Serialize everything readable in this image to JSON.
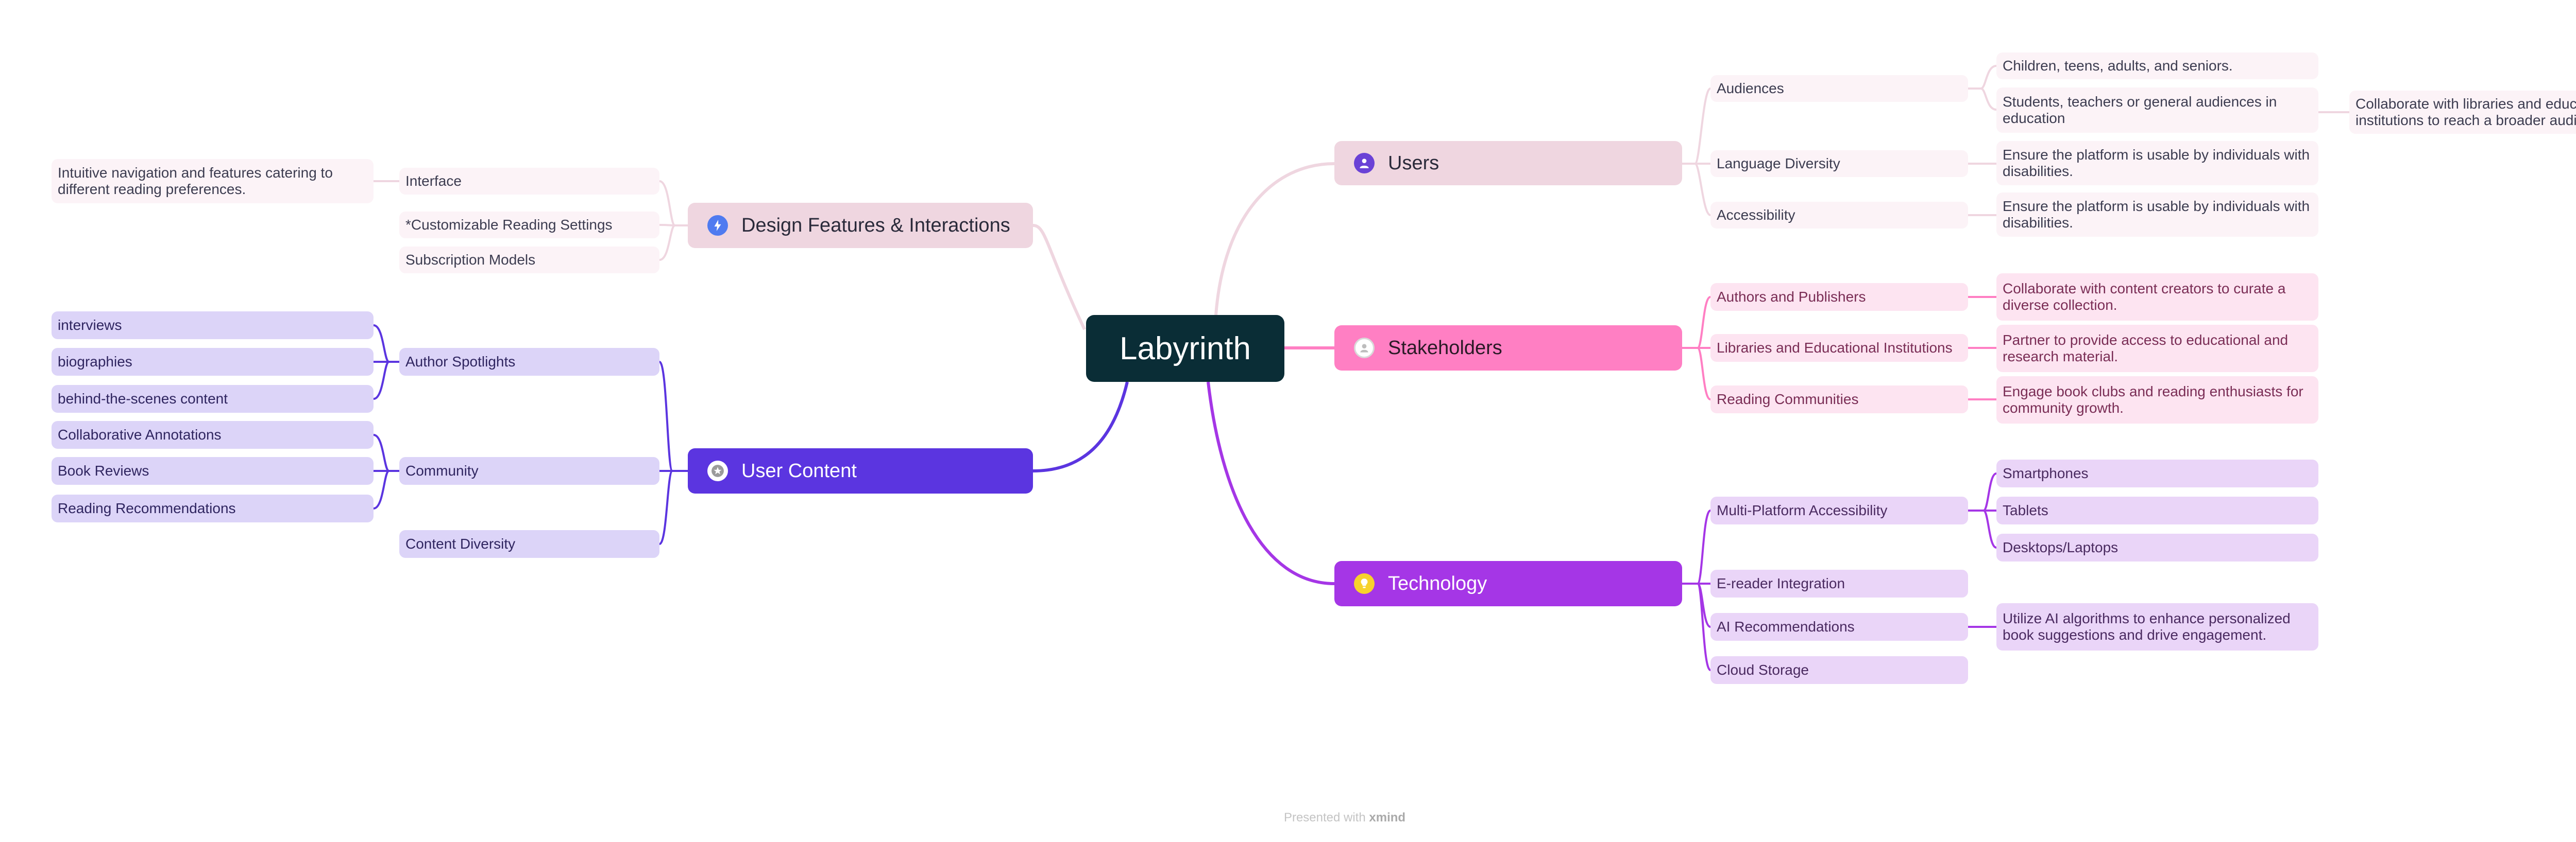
{
  "root": {
    "label": "Labyrinth"
  },
  "colors": {
    "root_bg": "#0a2d36",
    "users": "#efd6e0",
    "design": "#efd6e0",
    "stakeholders": "#ff7fc3",
    "technology": "#a536e6",
    "user_content": "#5b35e0"
  },
  "branches": {
    "users": {
      "label": "Users",
      "icon": "person-icon",
      "audiences": {
        "label": "Audiences",
        "items": [
          "Children, teens, adults, and seniors.",
          "Students, teachers or general audiences in education"
        ],
        "extra": "Collaborate with libraries and educational institutions to reach a broader audience."
      },
      "language": {
        "label": "Language Diversity",
        "item": "Ensure the platform is usable by individuals with disabilities."
      },
      "accessibility": {
        "label": "Accessibility",
        "item": "Ensure the platform is usable by individuals with disabilities."
      }
    },
    "stakeholders": {
      "label": "Stakeholders",
      "icon": "person-circle-icon",
      "items": [
        {
          "label": "Authors and Publishers",
          "detail": "Collaborate with content creators to curate a diverse collection."
        },
        {
          "label": "Libraries and Educational Institutions",
          "detail": "Partner to provide access to educational and research material."
        },
        {
          "label": "Reading Communities",
          "detail": "Engage book clubs and reading enthusiasts for community growth."
        }
      ]
    },
    "technology": {
      "label": "Technology",
      "icon": "lightbulb-icon",
      "multi_platform": {
        "label": "Multi-Platform Accessibility",
        "items": [
          "Smartphones",
          "Tablets",
          "Desktops/Laptops"
        ]
      },
      "ereader": {
        "label": "E-reader Integration"
      },
      "ai": {
        "label": "AI Recommendations",
        "detail": "Utilize AI algorithms to enhance personalized book suggestions and drive engagement."
      },
      "cloud": {
        "label": "Cloud Storage"
      }
    },
    "design": {
      "label": "Design Features & Interactions",
      "icon": "lightning-icon",
      "interface": {
        "label": "Interface",
        "detail": "Intuitive navigation and features catering to different reading preferences."
      },
      "customizable": {
        "label": "*Customizable Reading Settings"
      },
      "subscription": {
        "label": "Subscription Models"
      }
    },
    "user_content": {
      "label": "User Content",
      "icon": "star-icon",
      "author_spotlights": {
        "label": "Author Spotlights",
        "items": [
          "interviews",
          "biographies",
          "behind-the-scenes content"
        ]
      },
      "community": {
        "label": "Community",
        "items": [
          "Collaborative Annotations",
          "Book Reviews",
          "Reading Recommendations"
        ]
      },
      "content_diversity": {
        "label": "Content Diversity"
      }
    }
  },
  "footer": {
    "prefix": "Presented with",
    "brand": "xmind"
  }
}
